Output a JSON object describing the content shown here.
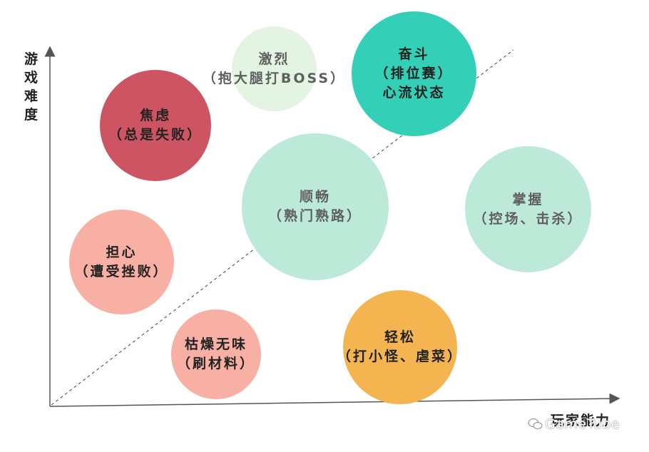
{
  "axes": {
    "y_label": "游戏难度",
    "x_label": "玩家能力"
  },
  "bubbles": [
    {
      "id": "excited",
      "title": "激烈",
      "lines": [
        "（抱大腿打BOSS）"
      ],
      "color": "#e4f4e3"
    },
    {
      "id": "struggle",
      "title": "奋斗",
      "lines": [
        "（排位赛）",
        "心流状态"
      ],
      "color": "#34cfb7"
    },
    {
      "id": "anxiety",
      "title": "焦虑",
      "lines": [
        "（总是失败）"
      ],
      "color": "#cd5563"
    },
    {
      "id": "flow",
      "title": "顺畅",
      "lines": [
        "（熟门熟路）"
      ],
      "color": "#bde9d8"
    },
    {
      "id": "mastery",
      "title": "掌握",
      "lines": [
        "（控场、击杀）"
      ],
      "color": "#bde9d8"
    },
    {
      "id": "worry",
      "title": "担心",
      "lines": [
        "（遭受挫败）"
      ],
      "color": "#f8b0a5"
    },
    {
      "id": "boredom",
      "title": "枯燥无味",
      "lines": [
        "（刷材料）"
      ],
      "color": "#f8b0a5"
    },
    {
      "id": "relaxed",
      "title": "轻松",
      "lines": [
        "（打小怪、虐菜）"
      ],
      "color": "#f4b450"
    }
  ],
  "watermark": {
    "text": "GameTube",
    "icon": "wechat-icon"
  }
}
